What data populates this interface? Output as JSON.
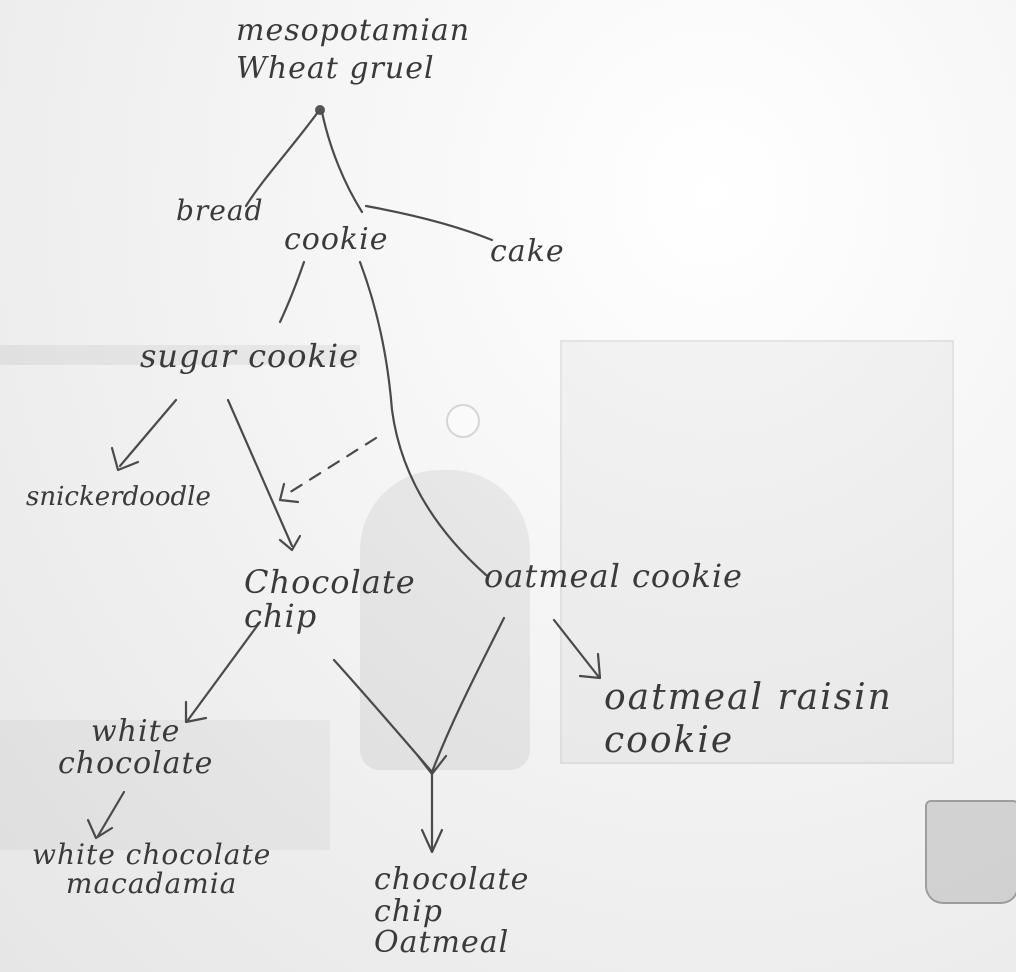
{
  "nodes": {
    "root": "mesopotamian\nWheat gruel",
    "bread": "bread",
    "cookie": "cookie",
    "cake": "cake",
    "sugar_cookie": "sugar cookie",
    "snickerdoodle": "snickerdoodle",
    "chocolate_chip": "Chocolate\nchip",
    "oatmeal_cookie": "oatmeal cookie",
    "oatmeal_raisin": "oatmeal raisin\ncookie",
    "white_chocolate": "white\nchocolate",
    "white_choc_macadamia": "white chocolate\nmacadamia",
    "choc_chip_oatmeal": "chocolate\nchip\nOatmeal"
  },
  "edges": [
    {
      "from": "root",
      "to": "bread",
      "style": "solid"
    },
    {
      "from": "root",
      "to": "cookie",
      "style": "solid"
    },
    {
      "from": "root",
      "to": "cake",
      "style": "solid"
    },
    {
      "from": "cookie",
      "to": "sugar_cookie",
      "style": "solid"
    },
    {
      "from": "cookie",
      "to": "oatmeal_cookie",
      "style": "solid"
    },
    {
      "from": "cookie",
      "to": "chocolate_chip",
      "style": "dashed-arrow"
    },
    {
      "from": "sugar_cookie",
      "to": "snickerdoodle",
      "style": "arrow"
    },
    {
      "from": "sugar_cookie",
      "to": "chocolate_chip",
      "style": "arrow"
    },
    {
      "from": "chocolate_chip",
      "to": "white_chocolate",
      "style": "arrow"
    },
    {
      "from": "chocolate_chip",
      "to": "choc_chip_oatmeal",
      "style": "arrow"
    },
    {
      "from": "oatmeal_cookie",
      "to": "choc_chip_oatmeal",
      "style": "arrow"
    },
    {
      "from": "oatmeal_cookie",
      "to": "oatmeal_raisin",
      "style": "arrow"
    },
    {
      "from": "white_chocolate",
      "to": "white_choc_macadamia",
      "style": "arrow"
    }
  ]
}
